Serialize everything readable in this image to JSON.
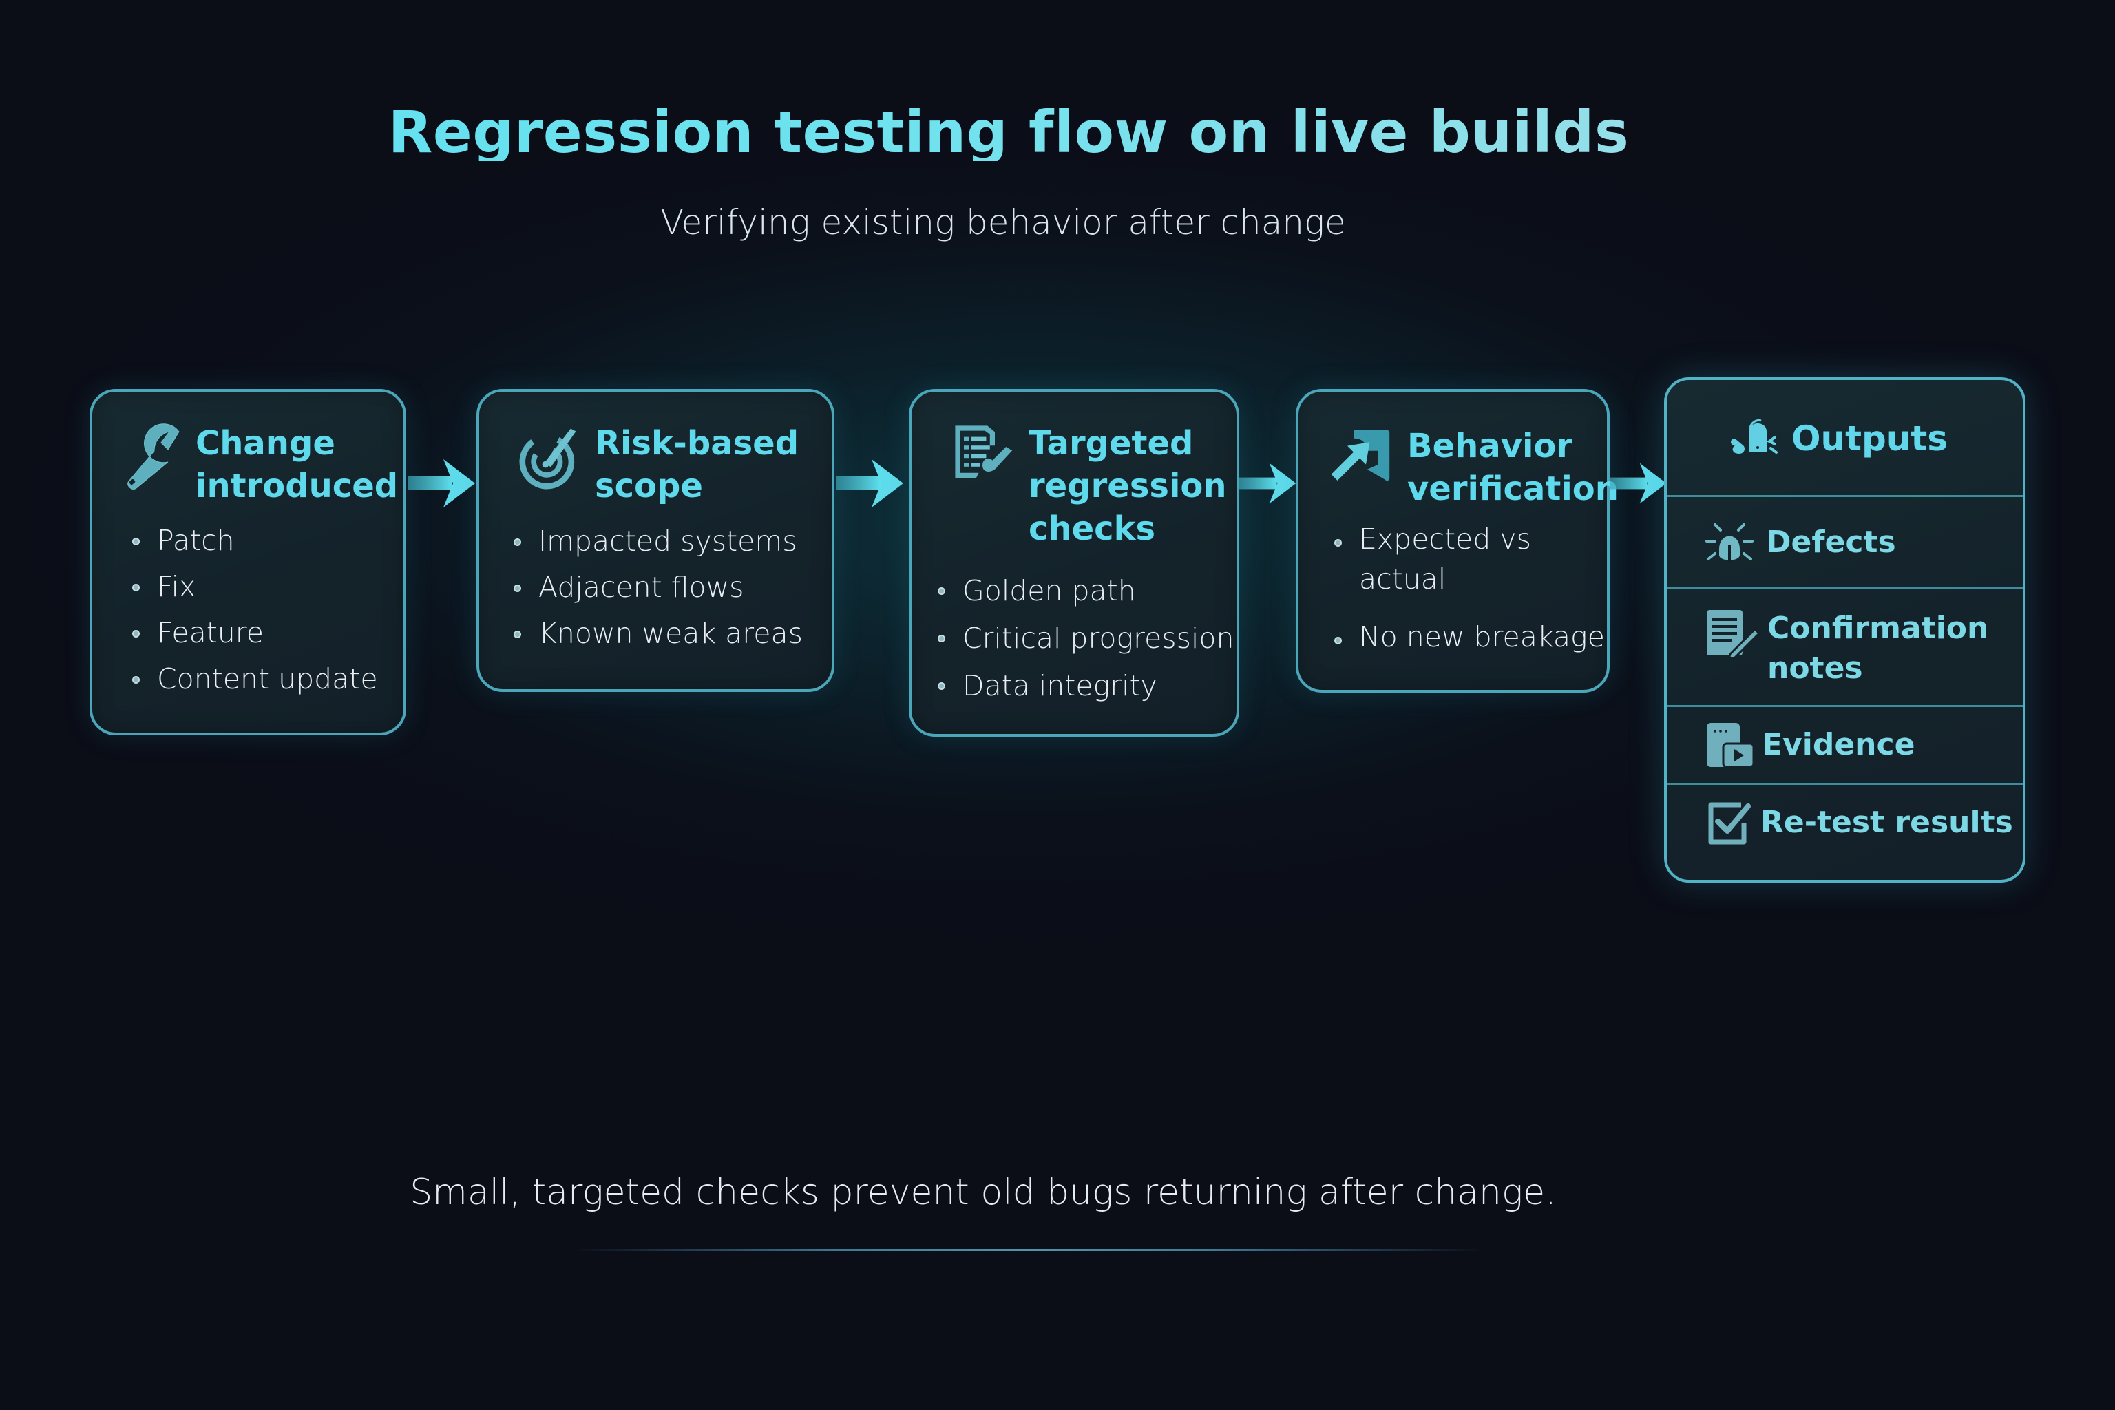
{
  "header": {
    "title": "Regression testing flow on live builds",
    "subtitle": "Verifying existing behavior after change"
  },
  "steps": [
    {
      "icon": "wrench-icon",
      "title_lines": [
        "Change",
        "introduced"
      ],
      "bullets": [
        "Patch",
        "Fix",
        "Feature",
        "Content update"
      ]
    },
    {
      "icon": "target-icon",
      "title_lines": [
        "Risk-based",
        "scope"
      ],
      "bullets": [
        "Impacted systems",
        "Adjacent flows",
        "Known weak areas"
      ]
    },
    {
      "icon": "checklist-icon",
      "title_lines": [
        "Targeted",
        "regression",
        "checks"
      ],
      "bullets": [
        "Golden path",
        "Critical progression",
        "Data integrity"
      ]
    },
    {
      "icon": "verify-arrow-icon",
      "title_lines": [
        "Behavior",
        "verification"
      ],
      "bullets": [
        "Expected vs",
        "actual",
        "No new breakage"
      ]
    }
  ],
  "outputs": {
    "icon": "outputs-icon",
    "title": "Outputs",
    "items": [
      {
        "icon": "bug-icon",
        "label_lines": [
          "Defects"
        ]
      },
      {
        "icon": "notes-icon",
        "label_lines": [
          "Confirmation",
          "notes"
        ]
      },
      {
        "icon": "evidence-icon",
        "label_lines": [
          "Evidence"
        ]
      },
      {
        "icon": "checkbox-icon",
        "label_lines": [
          "Re-test results"
        ]
      }
    ]
  },
  "footer": {
    "caption": "Small, targeted checks prevent old bugs returning after change."
  },
  "colors": {
    "accent": "#5fd9ec",
    "border": "#4ba6ba",
    "icon": "#5fb0bf",
    "background": "#0b0d17"
  }
}
